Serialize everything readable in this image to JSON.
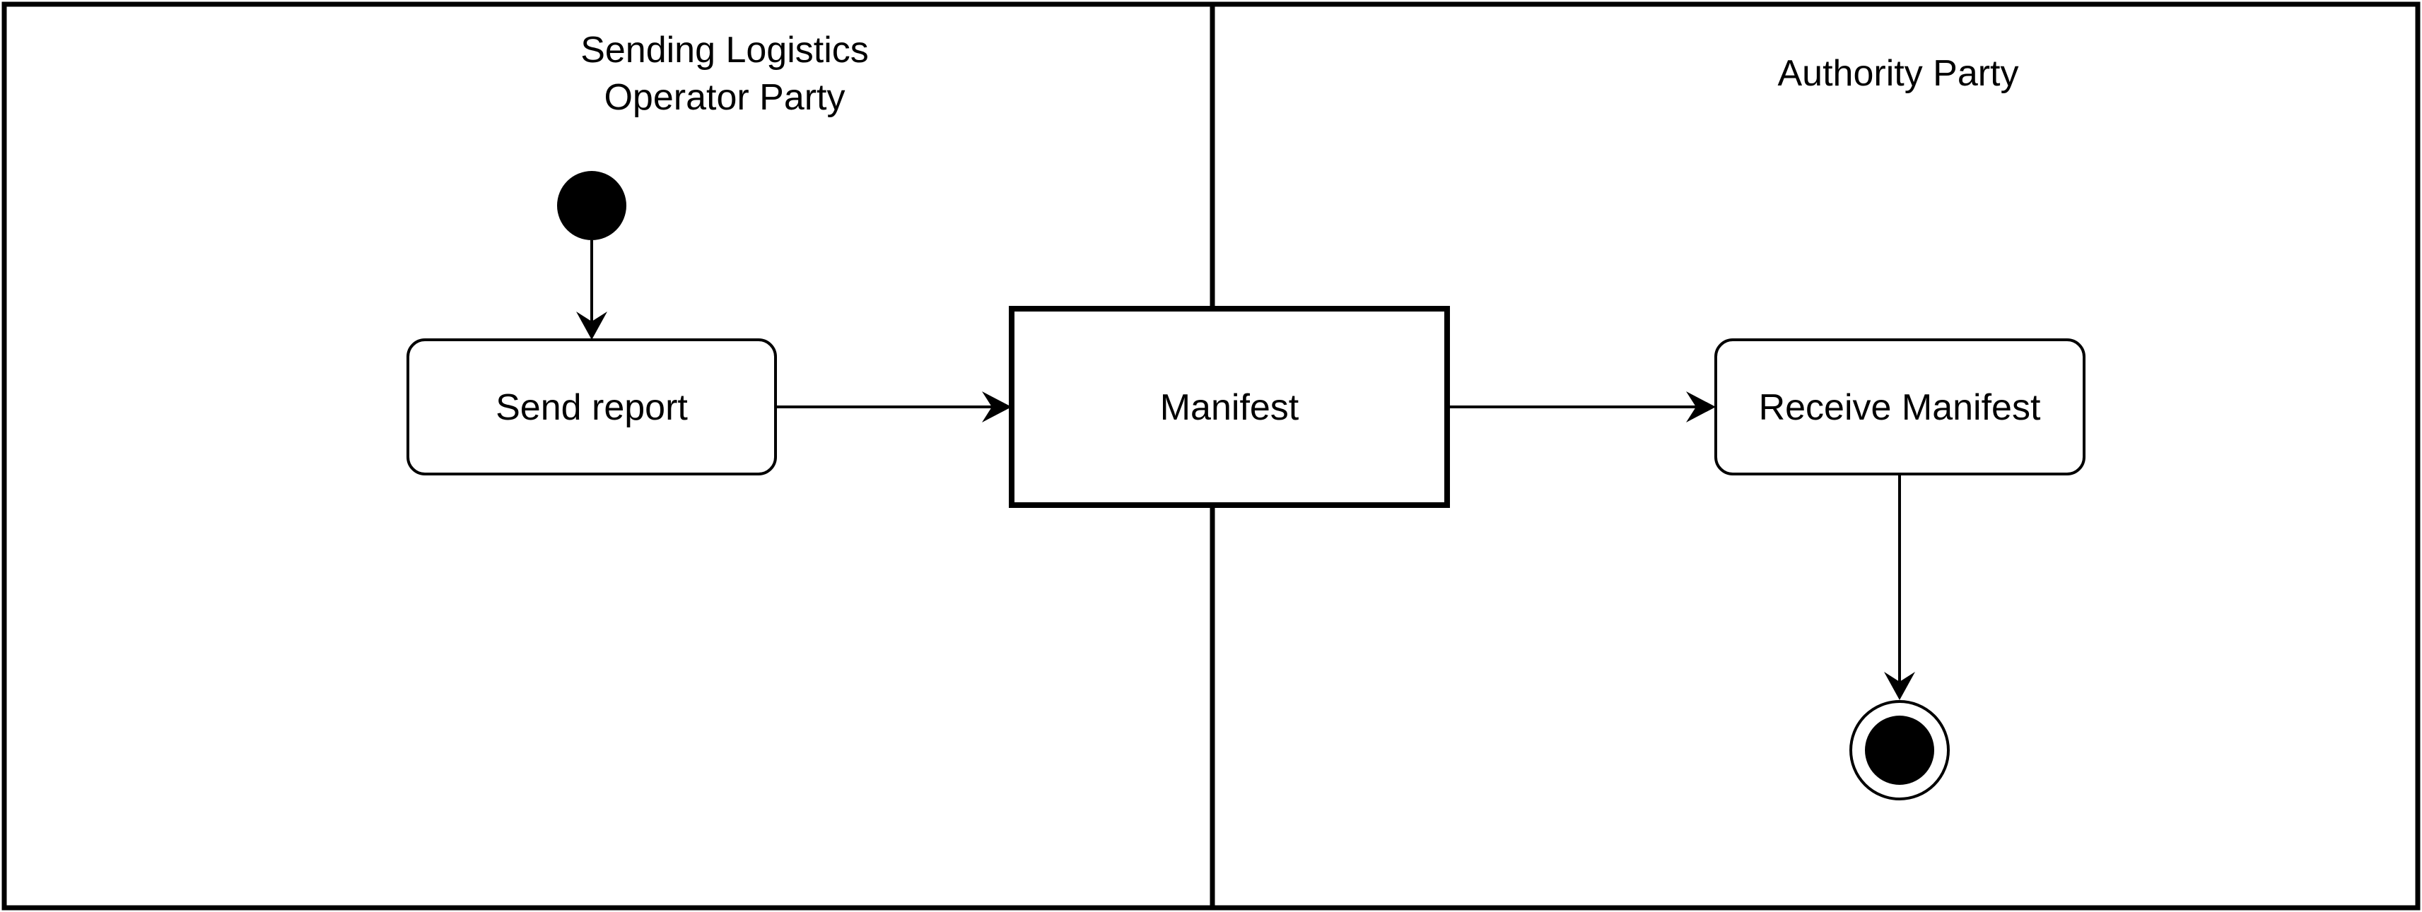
{
  "lanes": [
    {
      "title_lines": [
        "Sending Logistics",
        "Operator Party"
      ]
    },
    {
      "title_lines": [
        "Authority Party"
      ]
    }
  ],
  "nodes": {
    "send_report": "Send report",
    "manifest": "Manifest",
    "receive_manifest": "Receive Manifest"
  },
  "colors": {
    "stroke": "#000000",
    "background": "#ffffff"
  }
}
